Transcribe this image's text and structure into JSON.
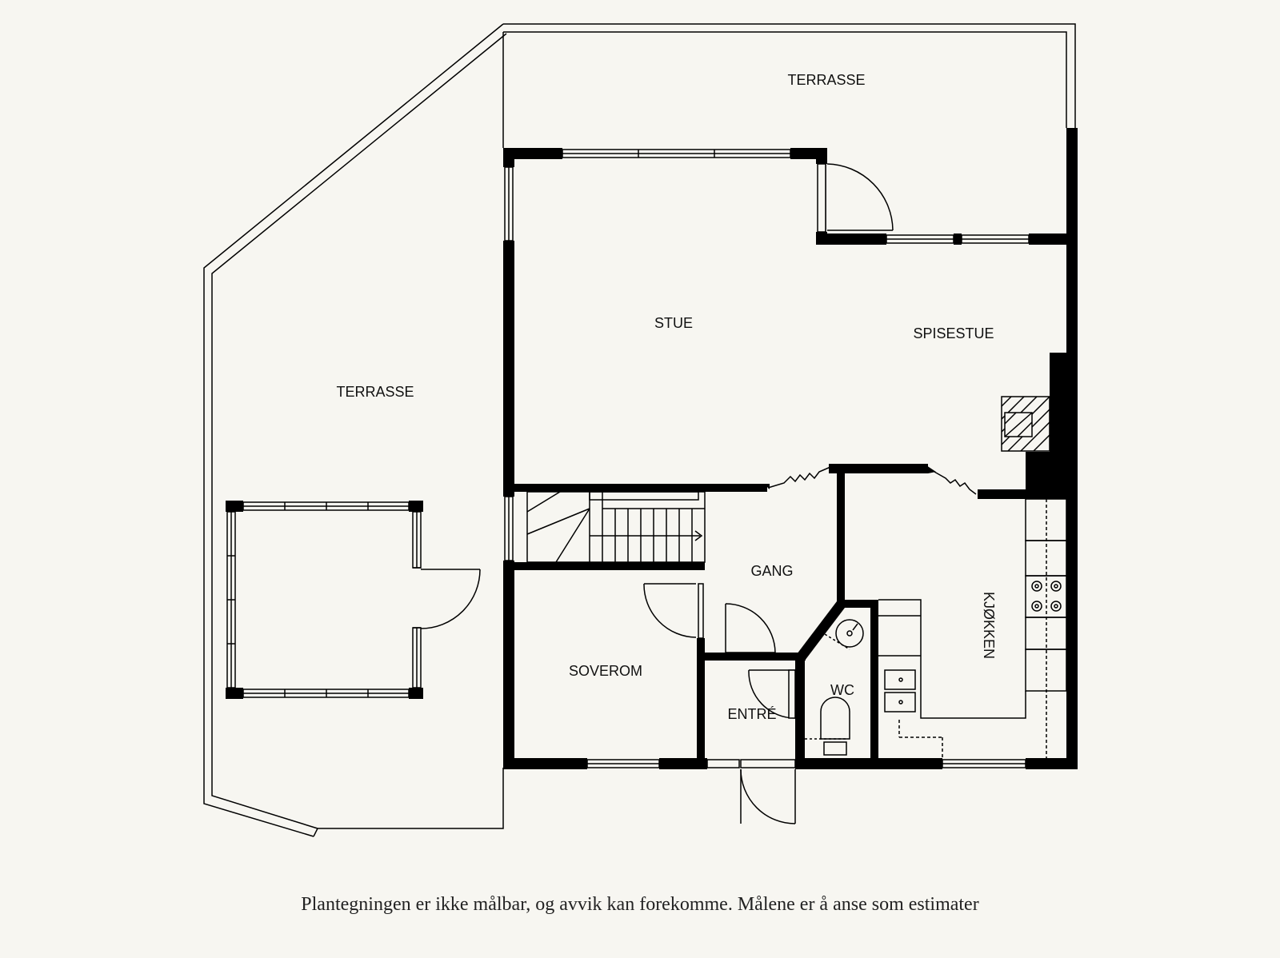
{
  "rooms": {
    "terrasse_top": "TERRASSE",
    "terrasse_left": "TERRASSE",
    "stue": "STUE",
    "spisestue": "SPISESTUE",
    "gang": "GANG",
    "kjokken": "KJØKKEN",
    "soverom": "SOVEROM",
    "wc": "WC",
    "entre": "ENTRÉ"
  },
  "caption": "Plantegningen er ikke målbar, og avvik kan forekomme. Målene er å anse som estimater",
  "colors": {
    "background": "#f7f6f1",
    "wall": "#000000"
  }
}
